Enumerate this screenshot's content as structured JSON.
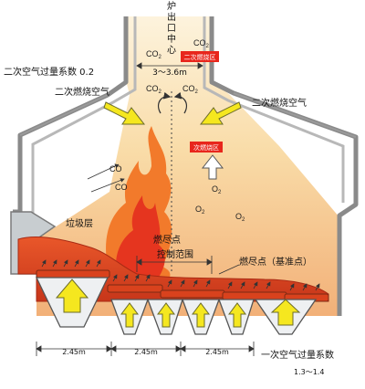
{
  "labels": {
    "furnace_outlet_center": [
      "炉",
      "出",
      "口",
      "中",
      "心"
    ],
    "width_top": "3～3.6m",
    "secondary_air_ratio_left": "二次空气过量系数 0.2",
    "secondary_combustion_air_left": "二次燃烧空气",
    "secondary_combustion_air_right": "二次燃烧空气",
    "waste_layer": "垃圾层",
    "burnout_point": "燃尽点",
    "control_range": "控制范围",
    "burnout_point_reference": "燃尽点（基准点）",
    "secondary_combustion_zone_top": "二次燃烧区",
    "secondary_combustion_zone_mid": "次燃烧区",
    "span_1": "2.45m",
    "span_2": "2.45m",
    "span_3": "2.45m",
    "primary_air_ratio": "一次空气过量系数",
    "primary_air_ratio_value": "1.3～1.4"
  },
  "gases": {
    "co2": "CO",
    "co2_sub": "2",
    "co": "CO",
    "o2": "O",
    "o2_sub": "2"
  },
  "colors": {
    "zone_box": "#e8261c",
    "furnace_gradient_top": "#fbe9c2",
    "furnace_gradient_bottom": "#f0a46a",
    "flame_outer": "#f07a2a",
    "flame_inner": "#e8361f",
    "grate": "#d9421d",
    "air_arrow": "#f4e61e",
    "hopper_fill": "#eef0f1",
    "wall_stroke": "#7a7a7a"
  }
}
